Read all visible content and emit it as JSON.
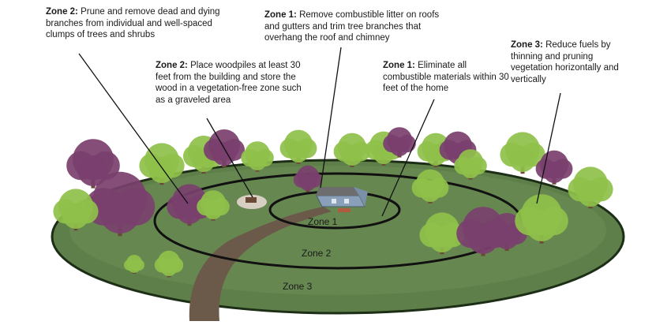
{
  "callouts": [
    {
      "id": "c1",
      "zone": "Zone 2:",
      "text": "Prune and remove dead and dying branches from individual and well-spaced clumps of trees and shrubs"
    },
    {
      "id": "c2",
      "zone": "Zone 1:",
      "text": "Remove combustible litter on roofs and gutters and trim tree branches that overhang the roof and chimney"
    },
    {
      "id": "c3",
      "zone": "Zone 3:",
      "text": "Reduce fuels by thinning  and pruning vegetation horizontally and vertically"
    },
    {
      "id": "c4",
      "zone": "Zone 2:",
      "text": "Place woodpiles at least 30 feet from the building and store the wood in a vegetation-free zone such as a graveled area"
    },
    {
      "id": "c5",
      "zone": "Zone 1:",
      "text": "Eliminate all combustible materials within 30 feet of the home"
    }
  ],
  "zone_labels": {
    "zone1": "Zone 1",
    "zone2": "Zone 2",
    "zone3": "Zone 3"
  },
  "colors": {
    "ground": "#5b7b47",
    "ground_edge": "#2f4a25",
    "ring": "#111111",
    "path": "#6b5a4a",
    "tree_green": "#8fc04a",
    "tree_purple": "#7a3f6e",
    "trunk": "#6a4a35",
    "house_wall": "#8aa0b8",
    "house_roof": "#6d6d6d"
  }
}
